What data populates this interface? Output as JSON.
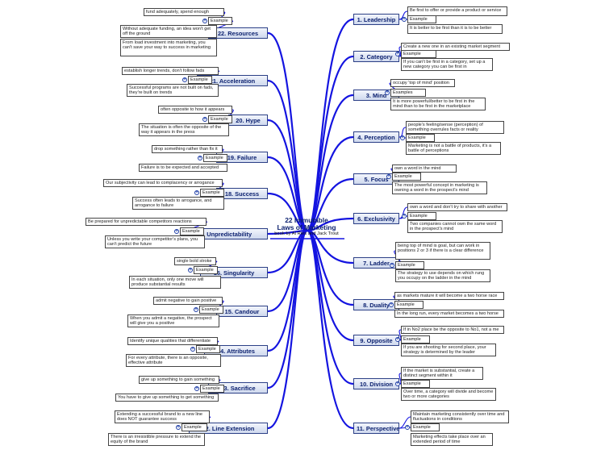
{
  "central": {
    "title_line1": "22 Immutable",
    "title_line2": "Laws of Marketing",
    "byline": "book by Al Ries and Jack Trout"
  },
  "laws": [
    {
      "label": "1. Leadership",
      "topic": "Be first to offer or provide a product or service",
      "example_label": "Example",
      "example": "It is better to be first than it is to be better"
    },
    {
      "label": "2. Category",
      "topic": "Create a new one in an existing market segment",
      "example_label": "Example",
      "example": "If you can't be first in a category, set up a new category you can be first in"
    },
    {
      "label": "3. Mind",
      "topic": "occupy 'top of mind' position",
      "example_label": "Examples",
      "example": "It is more powerful/better to be first in the mind than to be first in the marketplace"
    },
    {
      "label": "4. Perception",
      "topic": "people's feeling/sense (perception) of something overrules facts or reality",
      "example_label": "Example",
      "example": "Marketing is not a battle of products, it's a battle of perceptions"
    },
    {
      "label": "5. Focus",
      "topic": "own a word in the mind",
      "example_label": "Example",
      "example": "The most powerful concept in marketing is owning a word in the prospect's mind"
    },
    {
      "label": "6. Exclusivity",
      "topic": "own a word and don't try to share with another",
      "example_label": "Example",
      "example": "Two companies cannot own the same word in the prospect's mind"
    },
    {
      "label": "7. Ladder",
      "topic": "being top of mind is goal, but can work in positions 2 or 3 if there is a clear difference",
      "example_label": "Example",
      "example": "The strategy to use depends on which rung you occupy on the ladder in the mind"
    },
    {
      "label": "8. Duality",
      "topic": "as markets mature it will become a two horse race",
      "example_label": "Example",
      "example": "In the long run, every market becomes a two horse race"
    },
    {
      "label": "9. Opposite",
      "topic": "If in No2 place be the opposite to No1, not a me too",
      "example_label": "Example",
      "example": "If you are shooting for second place, your strategy is determined by the leader"
    },
    {
      "label": "10. Division",
      "topic": "If the market is substantial, create a distinct segment within it",
      "example_label": "Example",
      "example": "Over time, a category will divide and become two or more categories"
    },
    {
      "label": "11. Perspective",
      "topic": "Maintain marketing consistently over time and fluctuations in conditions",
      "example_label": "Example",
      "example": "Marketing effects take place over an extended period of time"
    },
    {
      "label": "12. Line Extension",
      "topic": "Extending a successful brand to a new line does NOT guarantee success",
      "example_label": "Example",
      "example": "There is an irresistible pressure to extend the equity of the brand"
    },
    {
      "label": "13. Sacrifice",
      "topic": "give up something to gain something",
      "example_label": "Example",
      "example": "You have to give up something to get something"
    },
    {
      "label": "14. Attributes",
      "topic": "Identify unique qualities that differentiate",
      "example_label": "Example",
      "example": "For every attribute, there is an opposite, effective attribute"
    },
    {
      "label": "15. Candour",
      "topic": "admit negative to gain positive",
      "example_label": "Example",
      "example": "When you admit a negative, the prospect will give you a positive"
    },
    {
      "label": "16. Singularity",
      "topic": "single bold stroke",
      "example_label": "Example",
      "example": "In each situation, only one move will produce substantial results"
    },
    {
      "label": "17. Unpredictability",
      "topic": "Be prepared for unpredictable competitors reactions",
      "example_label": "Example",
      "example": "Unless you write your competitor's plans, you can't predict the future"
    },
    {
      "label": "18. Success",
      "topic": "Our subjectivity can lead to complacency or arrogance",
      "example_label": "Example",
      "example": "Success often leads to arrogance, and arrogance to failure"
    },
    {
      "label": "19. Failure",
      "topic": "drop something rather than fix it",
      "example_label": "Example",
      "example": "Failure is to be expected and accepted"
    },
    {
      "label": "20. Hype",
      "topic": "often opposite to how it appears",
      "example_label": "Example",
      "example": "The situation is often the opposite of the way it appears in the press"
    },
    {
      "label": "21. Acceleration",
      "topic": "establish longer trends, don't follow fads",
      "example_label": "Example",
      "example": "Successful programs are not built on fads, they're built on trends"
    },
    {
      "label": "22. Resources",
      "topic": "fund adequately, spend enough",
      "example_label": "Example",
      "example": "Without adequate funding, an idea won't get off the ground",
      "extra": "From load investment into marketing, you can't save your way to success in marketing"
    }
  ],
  "colors": {
    "branch": "#1414e0",
    "node_border": "#2b3f86",
    "node_text": "#0a1f6e"
  }
}
